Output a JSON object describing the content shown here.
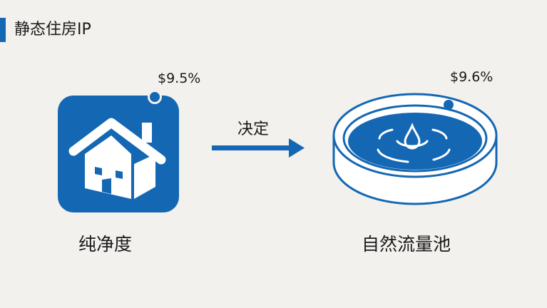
{
  "header": {
    "title": "静态住房IP"
  },
  "left_item": {
    "label": "纯净度",
    "value": "$9.5%",
    "icon": "house-icon"
  },
  "connector": {
    "label": "决定",
    "icon": "arrow-right-icon"
  },
  "right_item": {
    "label": "自然流量池",
    "value": "$9.6%",
    "icon": "water-pool-icon"
  },
  "colors": {
    "accent": "#1467b3",
    "background": "#f2f1ee",
    "text": "#1a1a1a"
  }
}
